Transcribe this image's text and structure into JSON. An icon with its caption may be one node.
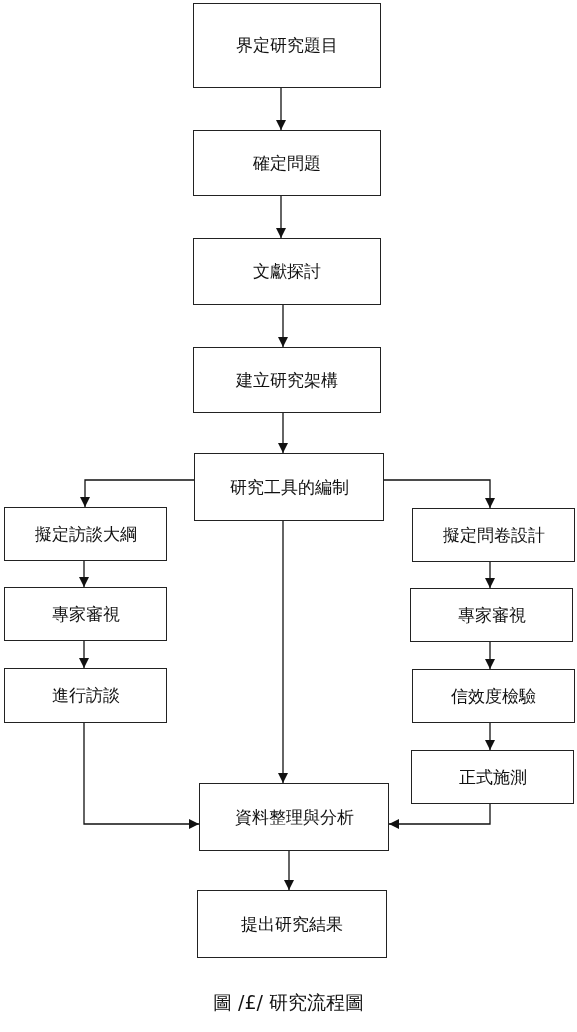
{
  "diagram": {
    "caption": "圖 /£/ 研究流程圖",
    "nodes": [
      {
        "text": [
          "界定研究題目"
        ]
      },
      {
        "text": [
          "確定問題"
        ]
      },
      {
        "text": [
          "文獻探討"
        ]
      },
      {
        "text": [
          "建立研究架構"
        ]
      },
      {
        "text": [
          "研究工具的編制"
        ]
      },
      {
        "text": [
          "擬定訪談大綱"
        ]
      },
      {
        "text": [
          "擬定問卷設計"
        ]
      },
      {
        "text": [
          "專家審視"
        ]
      },
      {
        "text": [
          "專家審視"
        ]
      },
      {
        "text": [
          "進行訪談"
        ]
      },
      {
        "text": [
          "信效度檢驗"
        ]
      },
      {
        "text": [
          "正式施測"
        ]
      },
      {
        "text": [
          "資料整理與分析"
        ]
      },
      {
        "text": [
          "提出研究結果"
        ]
      }
    ],
    "edges": [
      {
        "from": 0,
        "to": 1,
        "arrow": "to"
      },
      {
        "from": 1,
        "to": 2,
        "arrow": "to"
      },
      {
        "from": 2,
        "to": 3,
        "arrow": "to"
      },
      {
        "from": 3,
        "to": 4,
        "arrow": "to"
      },
      {
        "from": 4,
        "to": 5,
        "arrow": "to"
      },
      {
        "from": 4,
        "to": 6,
        "arrow": "to"
      },
      {
        "from": 4,
        "to": 12,
        "arrow": "to"
      },
      {
        "from": 5,
        "to": 7,
        "arrow": "to"
      },
      {
        "from": 7,
        "to": 9,
        "arrow": "to"
      },
      {
        "from": 6,
        "to": 8,
        "arrow": "to"
      },
      {
        "from": 8,
        "to": 10,
        "arrow": "to"
      },
      {
        "from": 10,
        "to": 11,
        "arrow": "to"
      },
      {
        "from": 9,
        "to": 12,
        "arrow": "to"
      },
      {
        "from": 11,
        "to": 12,
        "arrow": "to"
      },
      {
        "from": 12,
        "to": 13,
        "arrow": "to"
      }
    ]
  }
}
